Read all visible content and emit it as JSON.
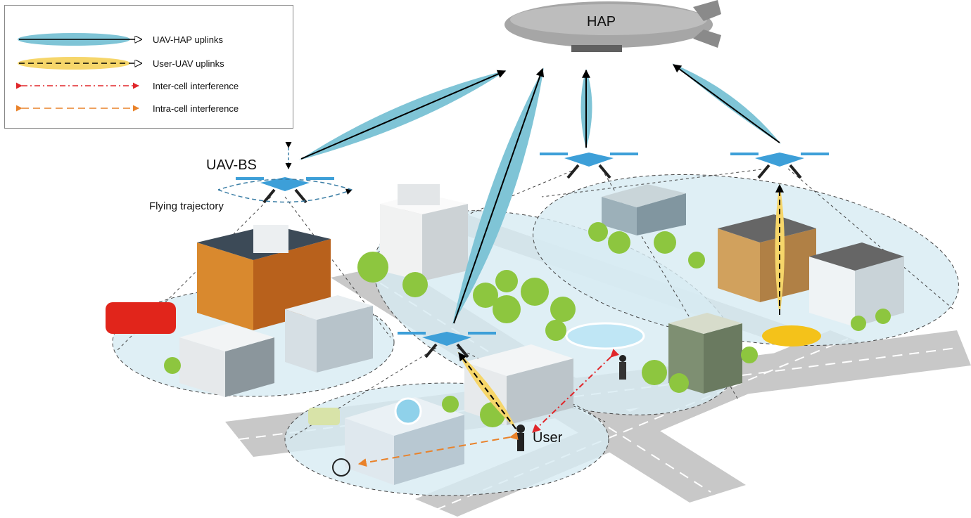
{
  "legend": {
    "items": [
      {
        "label": "UAV-HAP uplinks",
        "kind": "uav-hap-uplink",
        "fill": "#7fc4d6",
        "line": "solid"
      },
      {
        "label": "User-UAV uplinks",
        "kind": "user-uav-uplink",
        "fill": "#f6d66a",
        "line": "dashed"
      },
      {
        "label": "Inter-cell interference",
        "kind": "inter-cell",
        "color": "#e0262a",
        "line": "dashdot"
      },
      {
        "label": "Intra-cell interference",
        "kind": "intra-cell",
        "color": "#e9822a",
        "line": "dashed"
      }
    ]
  },
  "labels": {
    "hap": "HAP",
    "uav_bs": "UAV-BS",
    "flying_trajectory": "Flying trajectory",
    "user": "User"
  },
  "colors": {
    "uplink_fill": "#7fc4d6",
    "user_link_fill": "#f6d66a",
    "cell_fill": "#d7ebf2",
    "road": "#bdbdbd",
    "grass": "#b7d97a",
    "drone": "#3d9fd8",
    "inter_cell": "#e0262a",
    "intra_cell": "#e9822a"
  }
}
